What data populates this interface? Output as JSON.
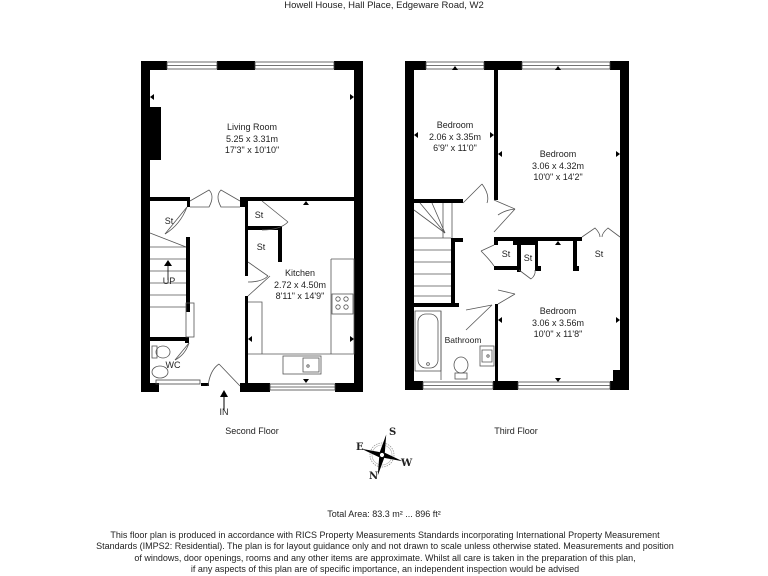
{
  "title": "Howell House, Hall Place, Edgeware Road, W2",
  "floors": [
    {
      "name": "Second Floor",
      "rooms": [
        {
          "name": "Living Room",
          "metric": "5.25 x 3.31m",
          "imperial": "17'3\" x 10'10\""
        },
        {
          "name": "Kitchen",
          "metric": "2.72 x 4.50m",
          "imperial": "8'11\" x 14'9\""
        }
      ],
      "labels": {
        "store1": "St",
        "store2": "St",
        "store3": "St",
        "wc": "WC",
        "up": "UP",
        "entrance": "IN"
      }
    },
    {
      "name": "Third Floor",
      "rooms": [
        {
          "name": "Bedroom",
          "metric": "2.06 x 3.35m",
          "imperial": "6'9\" x 11'0\""
        },
        {
          "name": "Bedroom",
          "metric": "3.06 x 4.32m",
          "imperial": "10'0\" x 14'2\""
        },
        {
          "name": "Bedroom",
          "metric": "3.06 x 3.56m",
          "imperial": "10'0\" x 11'8\""
        },
        {
          "name": "Bathroom"
        }
      ],
      "labels": {
        "store1": "St",
        "store2": "St",
        "store3": "St"
      }
    }
  ],
  "compass": {
    "n": "N",
    "s": "S",
    "e": "E",
    "w": "W"
  },
  "total_area": "Total Area: 83.3 m² ... 896 ft²",
  "disclaimer": [
    "This floor plan is produced in accordance with RICS Property Measurements Standards incorporating International Property Measurement",
    "Standards (IMPS2: Residential). The plan is for layout guidance only and not drawn to scale unless otherwise stated. Measurements and position",
    "of windows, door openings, rooms and any other items are approximate. Whilst all care is taken in the preparation of this plan,",
    "if any aspects of this plan are of specific importance, an independent inspection would be advised"
  ]
}
